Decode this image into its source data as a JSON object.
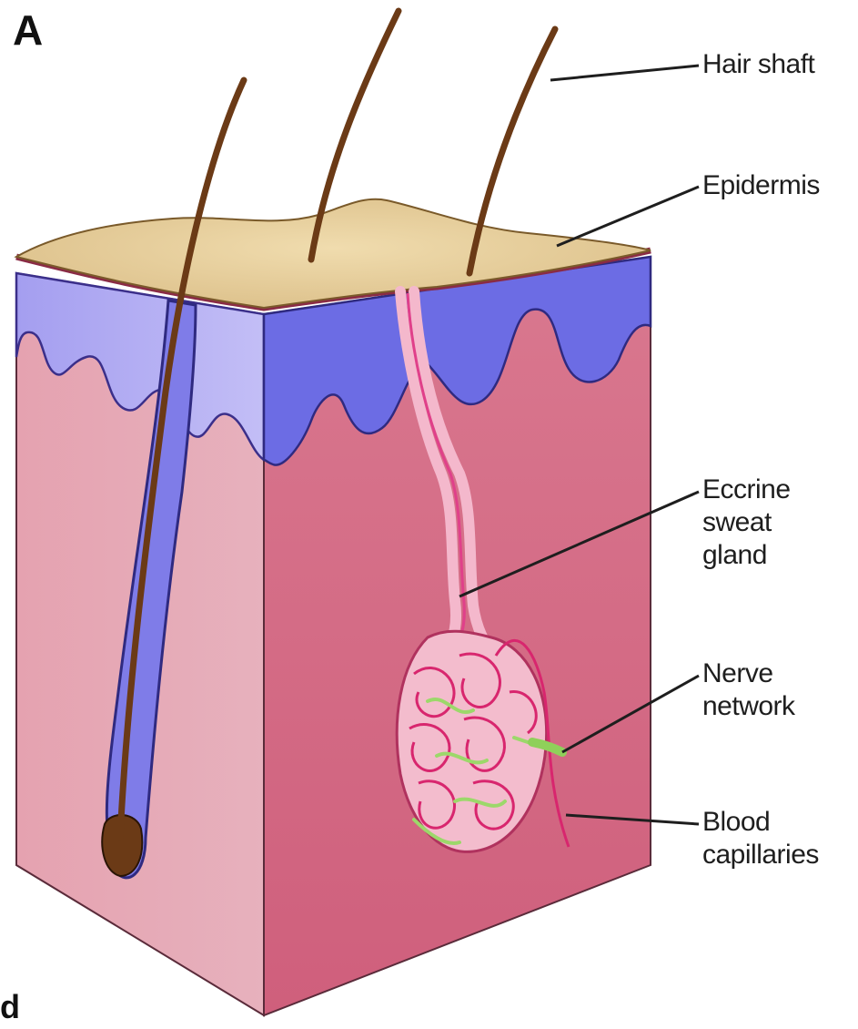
{
  "diagram": {
    "panel_letter": "A",
    "corner_letter": "d",
    "labels": {
      "hair_shaft": "Hair shaft",
      "epidermis": "Epidermis",
      "eccrine": [
        "Eccrine",
        "sweat",
        "gland"
      ],
      "nerve": [
        "Nerve",
        "network"
      ],
      "blood": [
        "Blood",
        "capillaries"
      ]
    },
    "colors": {
      "surface": "#ecd6a4",
      "epidermis_front": "#6f6ee6",
      "epidermis_side": "#b7b2f2",
      "dermis_front": "#d76d86",
      "dermis_side": "#e6aab6",
      "hair": "#6b3a16",
      "vessel": "#e0408a",
      "nerve": "#9cd86a"
    }
  }
}
